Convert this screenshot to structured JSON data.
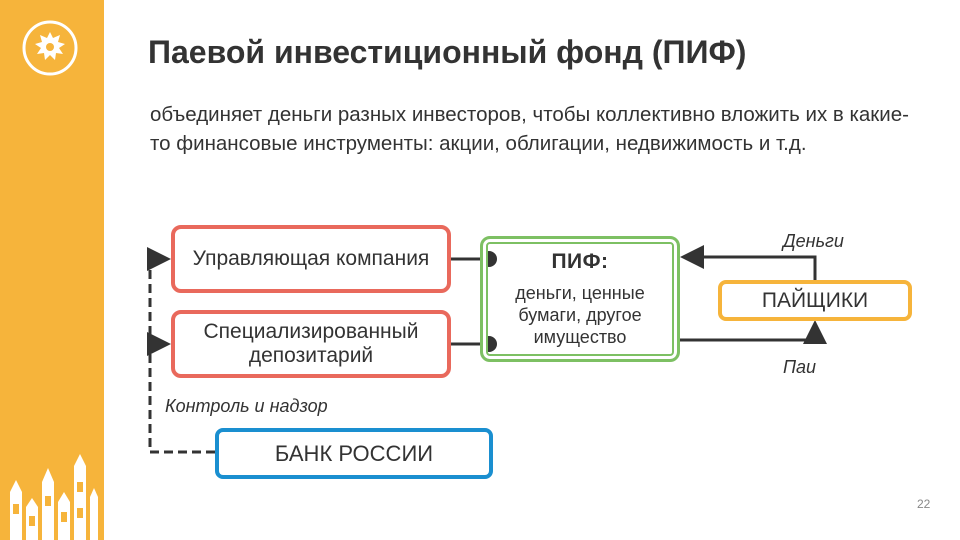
{
  "slide": {
    "title": "Паевой инвестиционный фонд (ПИФ)",
    "description": "объединяет деньги разных инвесторов, чтобы коллективно вложить их в какие-то финансовые инструменты: акции, облигации, недвижимость и т.д.",
    "page_number": "22"
  },
  "diagram": {
    "management_company": "Управляющая компания",
    "depository": "Специализированный депозитарий",
    "fund_title": "ПИФ:",
    "fund_contents": "деньги, ценные бумаги, другое имущество",
    "shareholders": "ПАЙЩИКИ",
    "bank": "БАНК РОССИИ",
    "money_label": "Деньги",
    "shares_label": "Паи",
    "control_label": "Контроль и надзор"
  },
  "colors": {
    "accent": "#f6b43b",
    "company_border": "#e9695c",
    "fund_border": "#7dc063",
    "bank_border": "#1a8fd0",
    "text": "#333333"
  }
}
